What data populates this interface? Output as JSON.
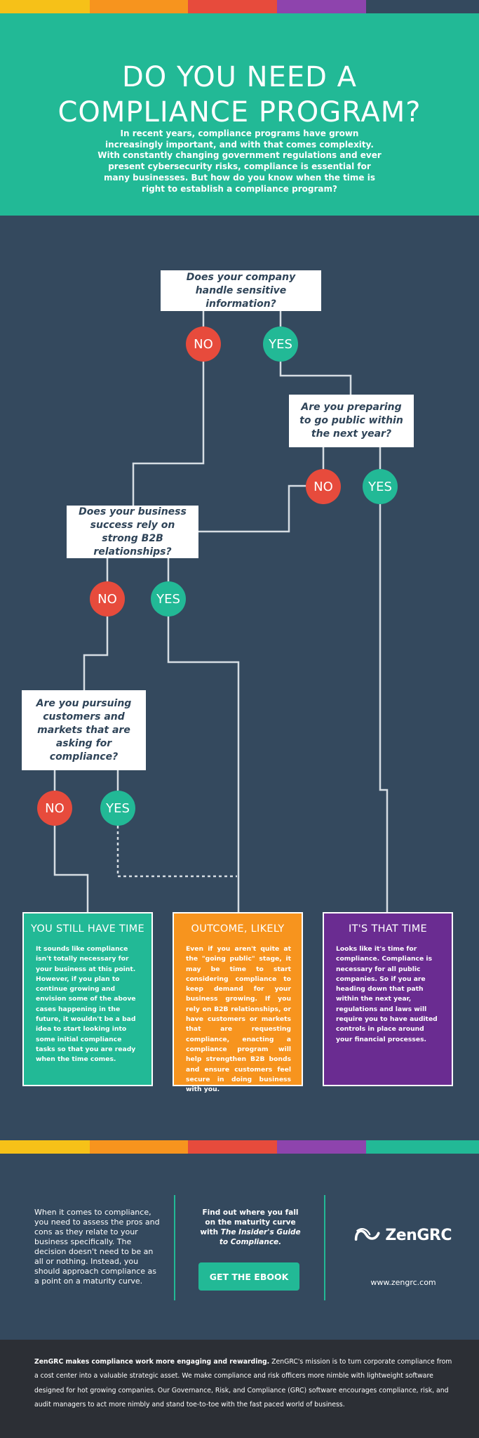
{
  "colors": {
    "teal": "#22b996",
    "navy": "#34495e",
    "red": "#e74b3c",
    "orange": "#f7941e",
    "purple": "#6a2c91",
    "yellow": "#f6c118",
    "dark": "#2c2f35"
  },
  "hero": {
    "title_line1": "DO YOU NEED A",
    "title_line2": "COMPLIANCE PROGRAM?",
    "intro": "In recent years, compliance programs have grown increasingly important, and with that comes complexity. With constantly changing government regulations and ever present cybersecurity risks, compliance is essential for many businesses. But how do you know when the time is right to establish a compliance program?"
  },
  "flow": {
    "q1": "Does your company handle sensitive information?",
    "q2": "Are you preparing to go public within the next year?",
    "q3": "Does your business success rely on strong B2B relationships?",
    "q4": "Are you pursuing customers and markets that are asking for compliance?",
    "no_label": "NO",
    "yes_label": "YES"
  },
  "outcomes": {
    "time": {
      "title": "YOU STILL HAVE TIME",
      "body": "It sounds like compliance isn't totally necessary for your business at this point. However, if you plan to continue growing and envision some of the above cases happening in the future, it wouldn't be a bad idea to start looking into some initial compliance tasks so that you are ready when the time comes."
    },
    "likely": {
      "title": "OUTCOME, LIKELY",
      "body": "Even if you aren't quite at the \"going public\" stage, it may be time to start considering compliance to keep demand for your business growing. If you rely on B2B relationships, or have customers or markets that are requesting compliance, enacting a compliance program will help strengthen B2B bonds and ensure customers feel secure in doing business with you."
    },
    "now": {
      "title": "IT'S THAT TIME",
      "body": "Looks like it's time for compliance. Compliance is necessary for all public companies. So if you are heading down that path within the next year, regulations and laws will require you to have audited controls in place around your financial processes."
    }
  },
  "footer": {
    "text": "When it comes to compliance, you need to assess the pros and cons as they relate to your business specifically. The decision doesn't need to be an all or nothing. Instead, you should approach compliance as a point on a maturity curve.",
    "cta_line": "Find out where you fall on the maturity curve with",
    "cta_guide": "The Insider's Guide to Compliance.",
    "cta_button": "GET THE EBOOK",
    "brand": "ZenGRC",
    "url": "www.zengrc.com"
  },
  "about": {
    "lead": "ZenGRC makes compliance work more engaging and rewarding.",
    "text": " ZenGRC's mission is to turn corporate compliance from a cost center into a valuable strategic asset. We make compliance and risk officers more nimble with lightweight software designed for hot growing companies. Our Governance, Risk, and Compliance (GRC) software encourages compliance, risk, and audit managers to act more nimbly and stand toe-to-toe with the fast paced world of business."
  }
}
